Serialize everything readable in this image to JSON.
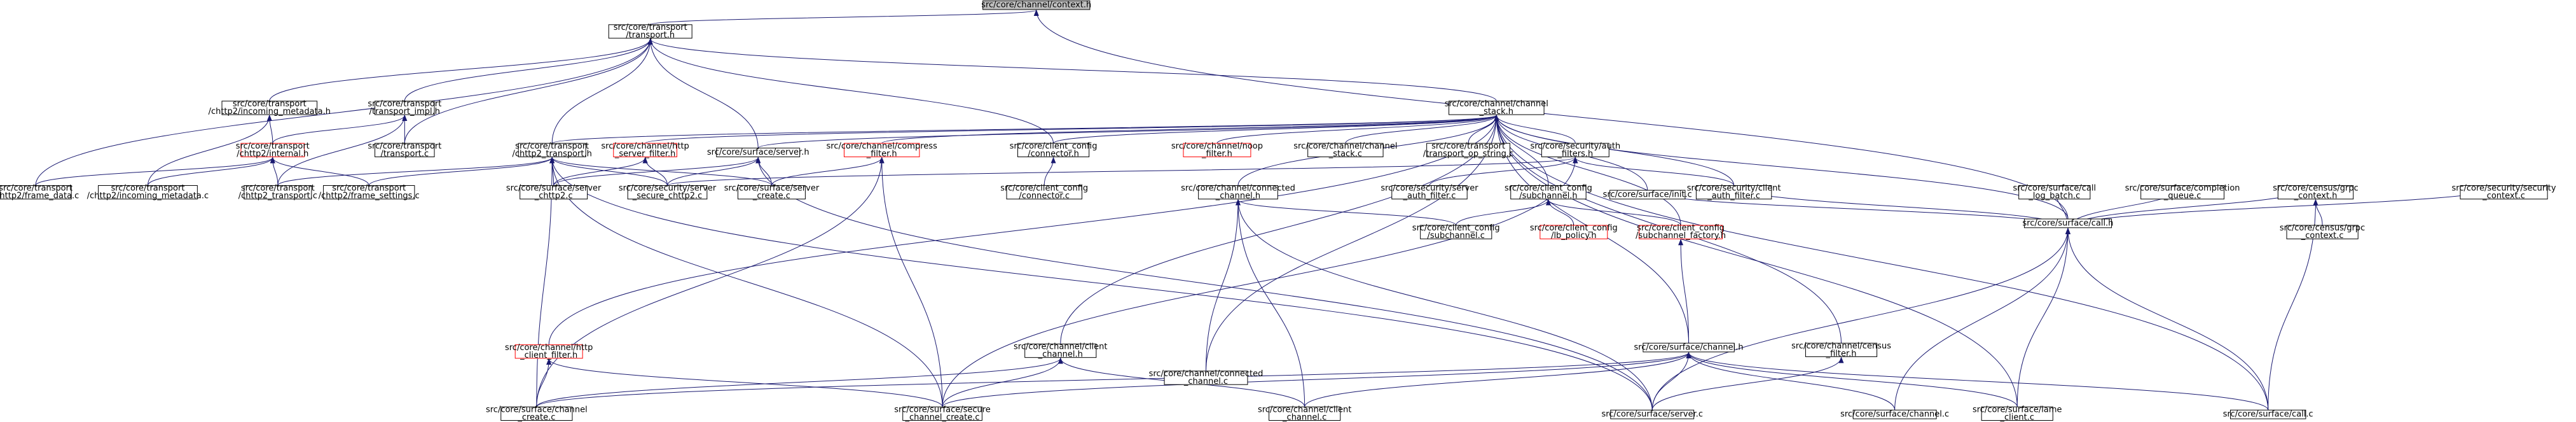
{
  "diagram": {
    "nodes": [
      {
        "id": "ctx",
        "lines": [
          "src/core/channel/context.h"
        ],
        "style": "root"
      },
      {
        "id": "transport",
        "lines": [
          "src/core/transport",
          "/transport.h"
        ]
      },
      {
        "id": "chstack",
        "lines": [
          "src/core/channel/channel",
          "_stack.h"
        ]
      },
      {
        "id": "call_h",
        "lines": [
          "src/core/surface/call.h"
        ]
      },
      {
        "id": "incmeta_h",
        "lines": [
          "src/core/transport",
          "/chttp2/incoming_metadata.h"
        ]
      },
      {
        "id": "timpl_h",
        "lines": [
          "src/core/transport",
          "/transport_impl.h"
        ]
      },
      {
        "id": "internal_h",
        "lines": [
          "src/core/transport",
          "/chttp2/internal.h"
        ],
        "style": "red"
      },
      {
        "id": "transport_c",
        "lines": [
          "src/core/transport",
          "/transport.c"
        ]
      },
      {
        "id": "chttp2t_h",
        "lines": [
          "src/core/transport",
          "/chttp2_transport.h"
        ]
      },
      {
        "id": "httpsrv_h",
        "lines": [
          "src/core/channel/http",
          "_server_filter.h"
        ],
        "style": "red"
      },
      {
        "id": "server_h",
        "lines": [
          "src/core/surface/server.h"
        ]
      },
      {
        "id": "compress_h",
        "lines": [
          "src/core/channel/compress",
          "_filter.h"
        ],
        "style": "red"
      },
      {
        "id": "connector_h",
        "lines": [
          "src/core/client_config",
          "/connector.h"
        ]
      },
      {
        "id": "noop_h",
        "lines": [
          "src/core/channel/noop",
          "_filter.h"
        ],
        "style": "red"
      },
      {
        "id": "chstack_c",
        "lines": [
          "src/core/channel/channel",
          "_stack.c"
        ]
      },
      {
        "id": "opstr_c",
        "lines": [
          "src/core/transport",
          "/transport_op_string.c"
        ]
      },
      {
        "id": "auth_h",
        "lines": [
          "src/core/security/auth",
          "_filters.h"
        ]
      },
      {
        "id": "frame_data_c",
        "lines": [
          "src/core/transport",
          "/chttp2/frame_data.c"
        ]
      },
      {
        "id": "incmeta_c",
        "lines": [
          "src/core/transport",
          "/chttp2/incoming_metadata.c"
        ]
      },
      {
        "id": "chttp2t_c",
        "lines": [
          "src/core/transport",
          "/chttp2_transport.c"
        ]
      },
      {
        "id": "fsettings_c",
        "lines": [
          "src/core/transport",
          "/chttp2/frame_settings.c"
        ]
      },
      {
        "id": "srvchttp2_c",
        "lines": [
          "src/core/surface/server",
          "_chttp2.c"
        ]
      },
      {
        "id": "secsrvchttp2_c",
        "lines": [
          "src/core/security/server",
          "_secure_chttp2.c"
        ]
      },
      {
        "id": "srvcreate_c",
        "lines": [
          "src/core/surface/server",
          "_create.c"
        ]
      },
      {
        "id": "connector_c",
        "lines": [
          "src/core/client_config",
          "/connector.c"
        ]
      },
      {
        "id": "connch_h",
        "lines": [
          "src/core/channel/connected",
          "_channel.h"
        ]
      },
      {
        "id": "secsrvauth_c",
        "lines": [
          "src/core/security/server",
          "_auth_filter.c"
        ]
      },
      {
        "id": "subch_h",
        "lines": [
          "src/core/client_config",
          "/subchannel.h"
        ]
      },
      {
        "id": "init_c",
        "lines": [
          "src/core/surface/init.c"
        ]
      },
      {
        "id": "cliauth_c",
        "lines": [
          "src/core/security/client",
          "_auth_filter.c"
        ]
      },
      {
        "id": "calllog_c",
        "lines": [
          "src/core/surface/call",
          "_log_batch.c"
        ]
      },
      {
        "id": "completion_c",
        "lines": [
          "src/core/surface/completion",
          "_queue.c"
        ]
      },
      {
        "id": "census_h",
        "lines": [
          "src/core/census/grpc",
          "_context.h"
        ]
      },
      {
        "id": "secctx_c",
        "lines": [
          "src/core/security/security",
          "_context.c"
        ]
      },
      {
        "id": "subch_c",
        "lines": [
          "src/core/client_config",
          "/subchannel.c"
        ]
      },
      {
        "id": "lbpolicy_h",
        "lines": [
          "src/core/client_config",
          "/lb_policy.h"
        ],
        "style": "red"
      },
      {
        "id": "subchfac_h",
        "lines": [
          "src/core/client_config",
          "/subchannel_factory.h"
        ],
        "style": "red"
      },
      {
        "id": "censusctx_c",
        "lines": [
          "src/core/census/grpc",
          "_context.c"
        ]
      },
      {
        "id": "httpcli_h",
        "lines": [
          "src/core/channel/http",
          "_client_filter.h"
        ],
        "style": "red"
      },
      {
        "id": "clich_h",
        "lines": [
          "src/core/channel/client",
          "_channel.h"
        ]
      },
      {
        "id": "connch_c",
        "lines": [
          "src/core/channel/connected",
          "_channel.c"
        ]
      },
      {
        "id": "channel_h",
        "lines": [
          "src/core/surface/channel.h"
        ]
      },
      {
        "id": "censusf_h",
        "lines": [
          "src/core/channel/census",
          "_filter.h"
        ]
      },
      {
        "id": "chcreate_c",
        "lines": [
          "src/core/surface/channel",
          "_create.c"
        ]
      },
      {
        "id": "secchcreate_c",
        "lines": [
          "src/core/surface/secure",
          "_channel_create.c"
        ]
      },
      {
        "id": "clich_c",
        "lines": [
          "src/core/channel/client",
          "_channel.c"
        ]
      },
      {
        "id": "server_c",
        "lines": [
          "src/core/surface/server.c"
        ]
      },
      {
        "id": "channel_c",
        "lines": [
          "src/core/surface/channel.c"
        ]
      },
      {
        "id": "lame_c",
        "lines": [
          "src/core/surface/lame",
          "_client.c"
        ]
      },
      {
        "id": "call_c",
        "lines": [
          "src/core/surface/call.c"
        ]
      }
    ],
    "edges": [
      [
        "transport",
        "ctx"
      ],
      [
        "call_h",
        "ctx"
      ],
      [
        "incmeta_h",
        "transport"
      ],
      [
        "timpl_h",
        "transport"
      ],
      [
        "transport_c",
        "transport"
      ],
      [
        "chttp2t_h",
        "transport"
      ],
      [
        "server_h",
        "transport"
      ],
      [
        "connector_h",
        "transport"
      ],
      [
        "chstack",
        "transport"
      ],
      [
        "frame_data_c",
        "transport"
      ],
      [
        "incmeta_c",
        "incmeta_h"
      ],
      [
        "internal_h",
        "incmeta_h"
      ],
      [
        "internal_h",
        "timpl_h"
      ],
      [
        "transport_c",
        "timpl_h"
      ],
      [
        "chttp2t_c",
        "timpl_h"
      ],
      [
        "frame_data_c",
        "internal_h"
      ],
      [
        "incmeta_c",
        "internal_h"
      ],
      [
        "chttp2t_c",
        "internal_h"
      ],
      [
        "fsettings_c",
        "internal_h"
      ],
      [
        "chttp2t_c",
        "chttp2t_h"
      ],
      [
        "fsettings_c",
        "chttp2t_h"
      ],
      [
        "srvchttp2_c",
        "chttp2t_h"
      ],
      [
        "secsrvchttp2_c",
        "chttp2t_h"
      ],
      [
        "srvcreate_c",
        "chttp2t_h"
      ],
      [
        "chcreate_c",
        "chttp2t_h"
      ],
      [
        "secchcreate_c",
        "chttp2t_h"
      ],
      [
        "server_c",
        "chttp2t_h"
      ],
      [
        "httpsrv_h",
        "chstack"
      ],
      [
        "server_h",
        "chstack"
      ],
      [
        "compress_h",
        "chstack"
      ],
      [
        "connector_h",
        "chstack"
      ],
      [
        "noop_h",
        "chstack"
      ],
      [
        "chstack_c",
        "chstack"
      ],
      [
        "opstr_c",
        "chstack"
      ],
      [
        "auth_h",
        "chstack"
      ],
      [
        "init_c",
        "chstack"
      ],
      [
        "cliauth_c",
        "chstack"
      ],
      [
        "call_h",
        "chstack"
      ],
      [
        "connch_h",
        "chstack"
      ],
      [
        "subch_h",
        "chstack"
      ],
      [
        "clich_h",
        "chstack"
      ],
      [
        "httpcli_h",
        "chstack"
      ],
      [
        "channel_h",
        "chstack"
      ],
      [
        "connch_c",
        "chstack"
      ],
      [
        "subchfac_h",
        "chstack"
      ],
      [
        "censusf_h",
        "chstack"
      ],
      [
        "lame_c",
        "chstack"
      ],
      [
        "call_c",
        "chstack"
      ],
      [
        "chttp2t_h",
        "chstack"
      ],
      [
        "srvchttp2_c",
        "httpsrv_h"
      ],
      [
        "secsrvchttp2_c",
        "httpsrv_h"
      ],
      [
        "srvchttp2_c",
        "server_h"
      ],
      [
        "secsrvchttp2_c",
        "server_h"
      ],
      [
        "srvcreate_c",
        "server_h"
      ],
      [
        "server_c",
        "server_h"
      ],
      [
        "srvcreate_c",
        "compress_h"
      ],
      [
        "chcreate_c",
        "compress_h"
      ],
      [
        "secchcreate_c",
        "compress_h"
      ],
      [
        "connector_c",
        "connector_h"
      ],
      [
        "secsrvauth_c",
        "auth_h"
      ],
      [
        "cliauth_c",
        "auth_h"
      ],
      [
        "secchcreate_c",
        "auth_h"
      ],
      [
        "secsrvchttp2_c",
        "auth_h"
      ],
      [
        "connch_c",
        "connch_h"
      ],
      [
        "clich_c",
        "connch_h"
      ],
      [
        "subch_c",
        "connch_h"
      ],
      [
        "server_c",
        "connch_h"
      ],
      [
        "subch_c",
        "subch_h"
      ],
      [
        "lbpolicy_h",
        "subch_h"
      ],
      [
        "subchfac_h",
        "subch_h"
      ],
      [
        "init_c",
        "call_h"
      ],
      [
        "cliauth_c",
        "call_h"
      ],
      [
        "calllog_c",
        "call_h"
      ],
      [
        "completion_c",
        "call_h"
      ],
      [
        "census_h",
        "call_h"
      ],
      [
        "secctx_c",
        "call_h"
      ],
      [
        "server_c",
        "call_h"
      ],
      [
        "channel_c",
        "call_h"
      ],
      [
        "lame_c",
        "call_h"
      ],
      [
        "call_c",
        "call_h"
      ],
      [
        "censusctx_c",
        "census_h"
      ],
      [
        "call_c",
        "census_h"
      ],
      [
        "channel_h",
        "subchfac_h"
      ],
      [
        "chcreate_c",
        "httpcli_h"
      ],
      [
        "secchcreate_c",
        "httpcli_h"
      ],
      [
        "chcreate_c",
        "clich_h"
      ],
      [
        "secchcreate_c",
        "clich_h"
      ],
      [
        "clich_c",
        "clich_h"
      ],
      [
        "chcreate_c",
        "channel_h"
      ],
      [
        "secchcreate_c",
        "channel_h"
      ],
      [
        "clich_c",
        "channel_h"
      ],
      [
        "server_c",
        "channel_h"
      ],
      [
        "channel_c",
        "channel_h"
      ],
      [
        "lame_c",
        "channel_h"
      ],
      [
        "call_c",
        "channel_h"
      ],
      [
        "server_c",
        "censusf_h"
      ]
    ]
  }
}
